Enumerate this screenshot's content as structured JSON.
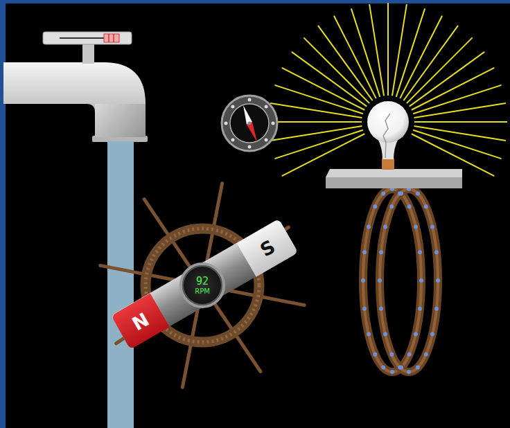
{
  "diagram": {
    "nodes": [
      {
        "text": [
          "S"
        ]
      },
      {
        "text": [
          "92",
          "RPM"
        ]
      },
      {
        "text": [
          "N"
        ]
      }
    ]
  }
}
